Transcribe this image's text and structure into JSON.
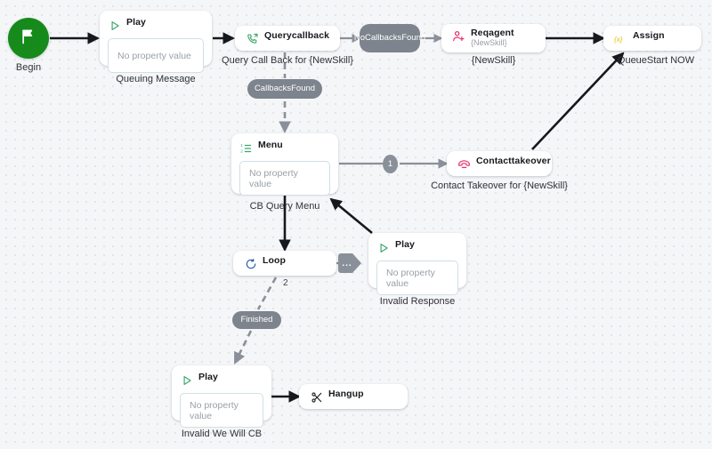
{
  "canvas": {
    "background": "#f5f6f8",
    "dot_color": "#e2e4e9"
  },
  "nodes": [
    {
      "id": "begin",
      "type": "start",
      "icon": "flag-icon",
      "title": "",
      "caption": "Begin",
      "color": "#168a1b"
    },
    {
      "id": "queuing-message",
      "type": "play",
      "icon": "play-icon",
      "title": "Play",
      "property": "No property value",
      "caption": "Queuing Message",
      "color": "#3aa76d"
    },
    {
      "id": "querycallback",
      "type": "querycallback",
      "icon": "phone-callback-icon",
      "title": "Querycallback",
      "caption": "Query Call Back for {NewSkill}",
      "color": "#3aa76d"
    },
    {
      "id": "reqagent",
      "type": "reqagent",
      "icon": "add-person-icon",
      "title": "Reqagent",
      "subtitle": "{NewSkill}",
      "caption": "{NewSkill}",
      "color": "#e8336d"
    },
    {
      "id": "assign",
      "type": "assign",
      "icon": "variable-icon",
      "title": "Assign",
      "caption": "QueueStart NOW",
      "color": "#e3c400"
    },
    {
      "id": "menu",
      "type": "menu",
      "icon": "numbered-list-icon",
      "title": "Menu",
      "property": "No property value",
      "caption": "CB Query Menu",
      "color": "#3aa76d"
    },
    {
      "id": "contacttakeover",
      "type": "contacttakeover",
      "icon": "phone-takeover-icon",
      "title": "Contacttakeover",
      "caption": "Contact Takeover for {NewSkill}",
      "color": "#e8336d"
    },
    {
      "id": "loop",
      "type": "loop",
      "icon": "loop-icon",
      "title": "Loop",
      "caption": "",
      "color": "#2f5fa8"
    },
    {
      "id": "invalid-response",
      "type": "play",
      "icon": "play-icon",
      "title": "Play",
      "property": "No property value",
      "caption": "Invalid Response",
      "color": "#3aa76d"
    },
    {
      "id": "invalid-we-will-cb",
      "type": "play",
      "icon": "play-icon",
      "title": "Play",
      "property": "No property value",
      "caption": "Invalid We Will CB",
      "color": "#3aa76d"
    },
    {
      "id": "hangup",
      "type": "hangup",
      "icon": "scissors-icon",
      "title": "Hangup",
      "caption": "",
      "color": "#16181d"
    }
  ],
  "edge_labels": {
    "no_callbacks_found": "NoCallbacksFound",
    "callbacks_found": "CallbacksFound",
    "finished": "Finished",
    "menu_option_one": "1",
    "loop_count_two": "2",
    "loop_dots": "..."
  }
}
